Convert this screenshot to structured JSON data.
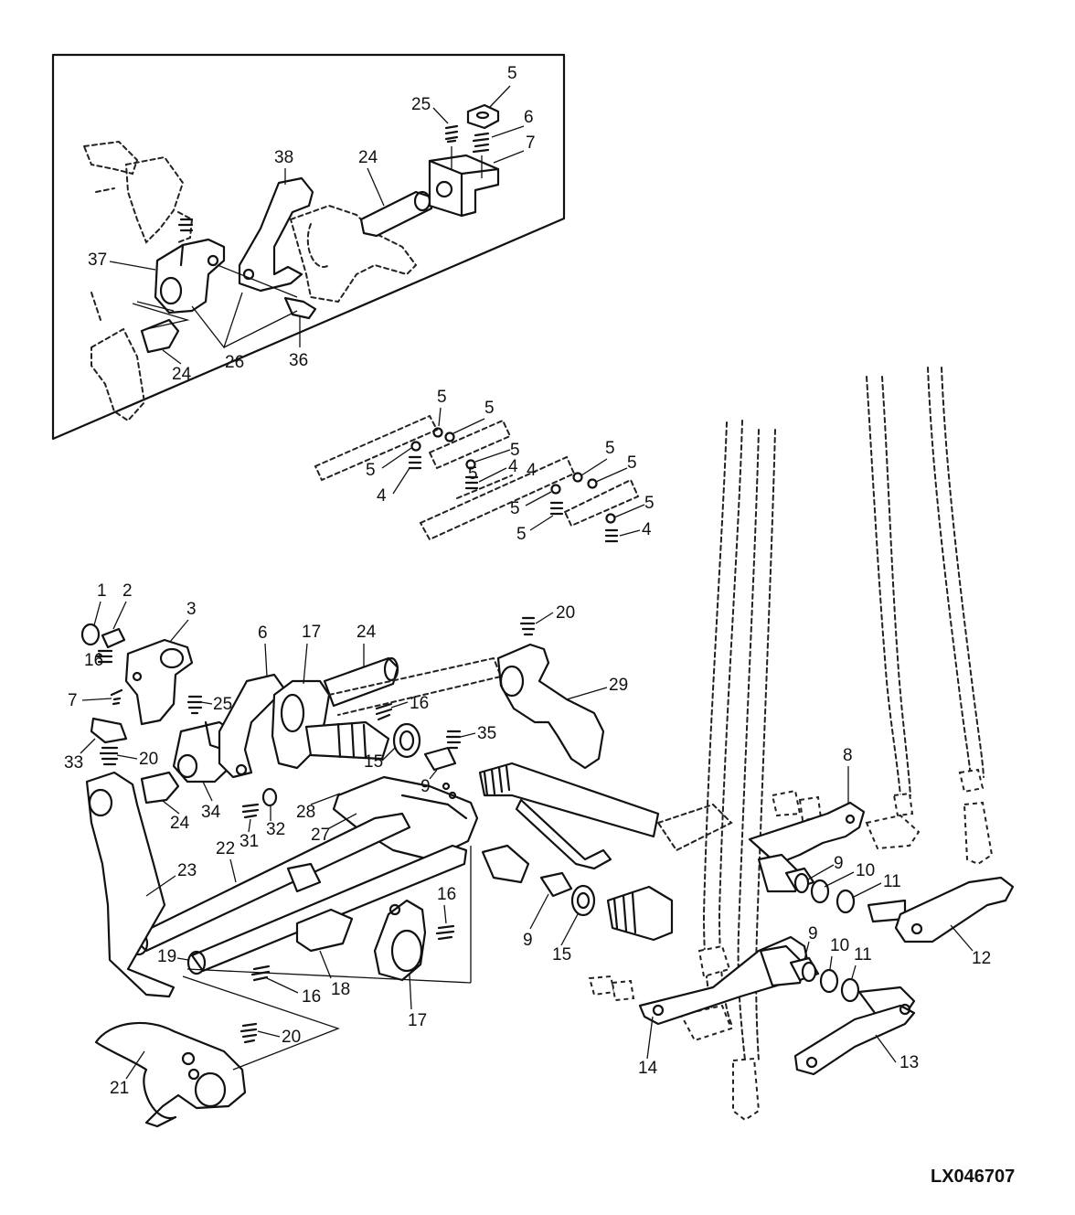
{
  "figure_id": "LX046707",
  "callouts": {
    "inset": [
      "5",
      "25",
      "6",
      "7",
      "38",
      "24",
      "37",
      "26",
      "36",
      "24"
    ],
    "springs_group": [
      "5",
      "5",
      "5",
      "5",
      "5",
      "4",
      "4",
      "5",
      "5",
      "5",
      "5",
      "4",
      "5",
      "4"
    ],
    "main": [
      "1",
      "2",
      "3",
      "16",
      "7",
      "33",
      "20",
      "24",
      "34",
      "6",
      "25",
      "17",
      "24",
      "16",
      "15",
      "35",
      "9",
      "20",
      "29",
      "28",
      "27",
      "31",
      "32",
      "22",
      "23",
      "8",
      "9",
      "10",
      "11",
      "12",
      "16",
      "9",
      "15",
      "19",
      "18",
      "17",
      "16",
      "9",
      "10",
      "11",
      "14",
      "13",
      "20",
      "21"
    ]
  }
}
